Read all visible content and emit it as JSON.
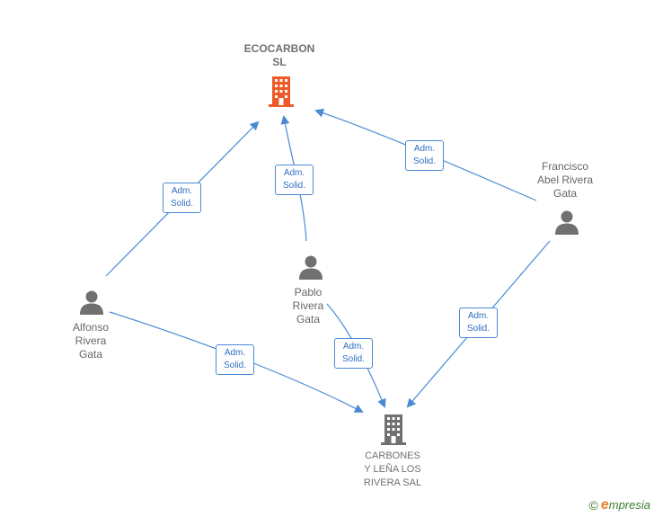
{
  "nodes": {
    "ecocarbon": {
      "line1": "ECOCARBON",
      "line2": "SL",
      "color": "#f05a28"
    },
    "carbones": {
      "line1": "CARBONES",
      "line2": "Y LEÑA LOS",
      "line3": "RIVERA SAL",
      "color": "#707070"
    },
    "francisco": {
      "line1": "Francisco",
      "line2": "Abel Rivera",
      "line3": "Gata"
    },
    "pablo": {
      "line1": "Pablo",
      "line2": "Rivera",
      "line3": "Gata"
    },
    "alfonso": {
      "line1": "Alfonso",
      "line2": "Rivera",
      "line3": "Gata"
    }
  },
  "edges": [
    {
      "from": "alfonso",
      "to": "ecocarbon",
      "label1": "Adm.",
      "label2": "Solid."
    },
    {
      "from": "pablo",
      "to": "ecocarbon",
      "label1": "Adm.",
      "label2": "Solid."
    },
    {
      "from": "francisco",
      "to": "ecocarbon",
      "label1": "Adm.",
      "label2": "Solid."
    },
    {
      "from": "francisco",
      "to": "carbones",
      "label1": "Adm.",
      "label2": "Solid."
    },
    {
      "from": "pablo",
      "to": "carbones",
      "label1": "Adm.",
      "label2": "Solid."
    },
    {
      "from": "alfonso",
      "to": "carbones",
      "label1": "Adm.",
      "label2": "Solid."
    }
  ],
  "colors": {
    "edge": "#4a8ad4",
    "person": "#707070"
  },
  "brand": {
    "copyright": "©",
    "e": "e",
    "rest": "mpresia"
  }
}
